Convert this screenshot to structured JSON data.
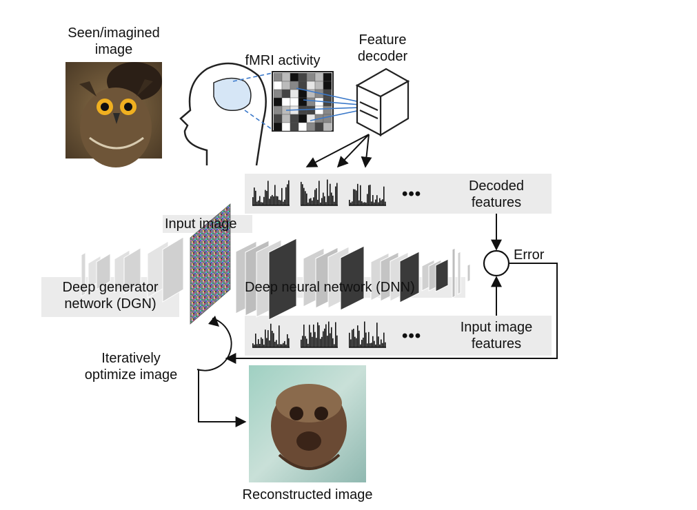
{
  "labels": {
    "seen_image_line1": "Seen/imagined",
    "seen_image_line2": "image",
    "fmri": "fMRI activity",
    "decoder_line1": "Feature",
    "decoder_line2": "decoder",
    "decoded_line1": "Decoded",
    "decoded_line2": "features",
    "input_image": "Input image",
    "error": "Error",
    "dgn_line1": "Deep generator",
    "dgn_line2": "network (DGN)",
    "dnn": "Deep neural network (DNN)",
    "input_features_line1": "Input image",
    "input_features_line2": "features",
    "iterate_line1": "Iteratively",
    "iterate_line2": "optimize image",
    "reconstructed": "Reconstructed image",
    "ellipsis": "•••"
  },
  "colors": {
    "panel": "#ebebeb",
    "arrow": "#111111",
    "fmri_lines": "#3a78c9"
  },
  "icons": [
    "owl-photo",
    "head-outline-icon",
    "fmri-grid",
    "decoder-server-icon",
    "noise-image",
    "reconstructed-photo"
  ]
}
